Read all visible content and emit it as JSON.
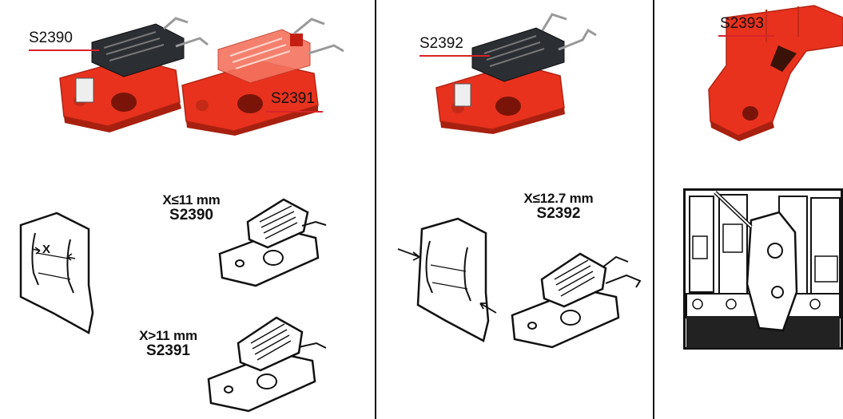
{
  "panels": [
    {
      "products": [
        {
          "code": "S2390"
        },
        {
          "code": "S2391"
        }
      ],
      "specs": [
        {
          "dimension": "X≤11 mm",
          "code": "S2390"
        },
        {
          "dimension": "X>11 mm",
          "code": "S2391"
        }
      ],
      "breaker_marker": "X"
    },
    {
      "products": [
        {
          "code": "S2392"
        }
      ],
      "specs": [
        {
          "dimension": "X≤12.7 mm",
          "code": "S2392"
        }
      ]
    },
    {
      "products": [
        {
          "code": "S2393"
        }
      ]
    }
  ],
  "colors": {
    "lockout_red": "#e8321e",
    "label_underline": "#d8232a",
    "cap_dark": "#2b2e33",
    "line_art": "#111111"
  }
}
